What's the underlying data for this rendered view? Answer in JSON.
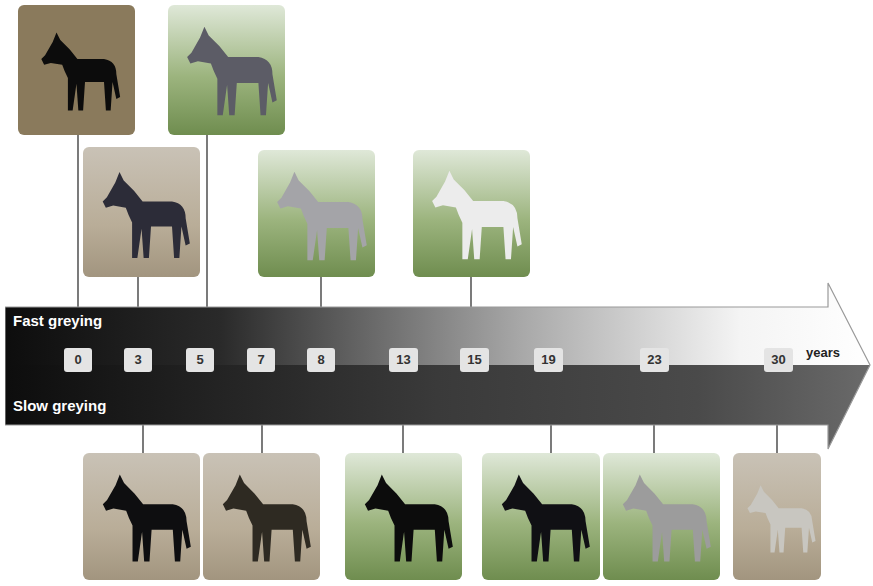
{
  "diagram": {
    "nodes": [
      {
        "text": [
          "Fast greying",
          "Slow greying"
        ]
      },
      {
        "text": [
          "0"
        ],
        "in": 0
      },
      {
        "text": [
          "3"
        ],
        "in": 0
      },
      {
        "text": [
          "5"
        ],
        "in": 0
      },
      {
        "text": [
          "7"
        ],
        "in": 0
      },
      {
        "text": [
          "8"
        ],
        "in": 0
      },
      {
        "text": [
          "13"
        ],
        "in": 0
      },
      {
        "text": [
          "15"
        ],
        "in": 0
      },
      {
        "text": [
          "19"
        ],
        "in": 0
      },
      {
        "text": [
          "23"
        ],
        "in": 0
      },
      {
        "text": [
          "30"
        ],
        "in": 0
      }
    ],
    "labels": [
      "years"
    ]
  }
}
